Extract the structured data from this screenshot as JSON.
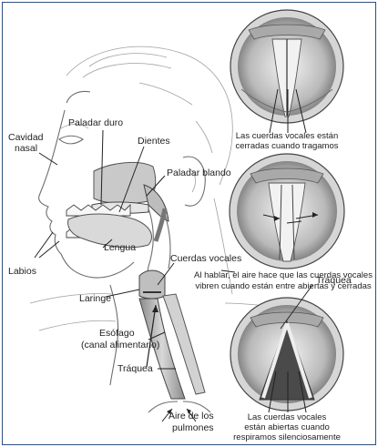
{
  "labels": {
    "nasal_cavity_line1": "Cavidad",
    "nasal_cavity_line2": "nasal",
    "hard_palate": "Paladar duro",
    "teeth": "Dientes",
    "soft_palate": "Paladar blando",
    "tongue": "Lengua",
    "lips": "Labios",
    "vocal_cords": "Cuerdas vocales",
    "larynx": "Laringe",
    "esophagus_line1": "Esófago",
    "esophagus_line2": "(canal alimentario)",
    "trachea": "Tráquea",
    "lung_air_line1": "Aire de los",
    "lung_air_line2": "pulmones",
    "trachea_right": "Tráquea"
  },
  "captions": {
    "closed_line1": "Las cuerdas vocales están",
    "closed_line2": "cerradas cuando tragamos",
    "speaking_line1": "Al hablar, el aire hace que las cuerdas vocales",
    "speaking_line2": "vibren cuando están entre abiertas y cerradas",
    "open_line1": "Las cuerdas vocales",
    "open_line2": "están abiertas cuando",
    "open_line3": "respiramos silenciosamente"
  }
}
